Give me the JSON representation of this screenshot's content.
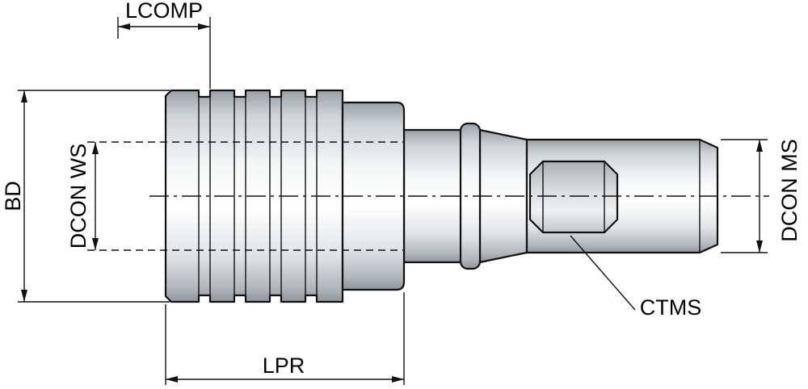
{
  "drawing": {
    "labels": {
      "lcomp": "LCOMP",
      "bd": "BD",
      "dcon_ws": "DCON WS",
      "lpr": "LPR",
      "dcon_ms": "DCON MS",
      "ctms": "CTMS"
    }
  },
  "colors": {
    "line": "#111111",
    "background": "#ffffff",
    "metal_light": "#f7f8f9",
    "metal_dark": "#9aa0a6"
  }
}
